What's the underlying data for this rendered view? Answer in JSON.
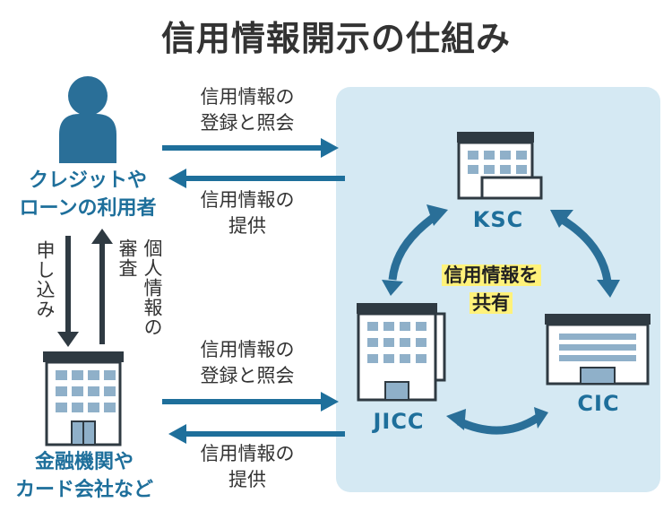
{
  "title": "信用情報開示の仕組み",
  "user": {
    "label_line1": "クレジットや",
    "label_line2": "ローンの利用者"
  },
  "institution": {
    "label_line1": "金融機関や",
    "label_line2": "カード会社など"
  },
  "flows": {
    "user_to_bureau": {
      "line1": "信用情報の",
      "line2": "登録と照会"
    },
    "bureau_to_user": {
      "line1": "信用情報の",
      "line2": "提供"
    },
    "inst_to_bureau": {
      "line1": "信用情報の",
      "line2": "登録と照会"
    },
    "bureau_to_inst": {
      "line1": "信用情報の",
      "line2": "提供"
    },
    "apply": "申し込み",
    "review": "個人情報の審査"
  },
  "bureaus": {
    "top": "KSC",
    "left": "JICC",
    "right": "CIC"
  },
  "center": {
    "line1": "信用情報を",
    "line2": "共有"
  },
  "colors": {
    "accent": "#1e6f9b",
    "panel": "#d5e9f3",
    "icon": "#2a6f98",
    "highlight": "#fff27a"
  }
}
